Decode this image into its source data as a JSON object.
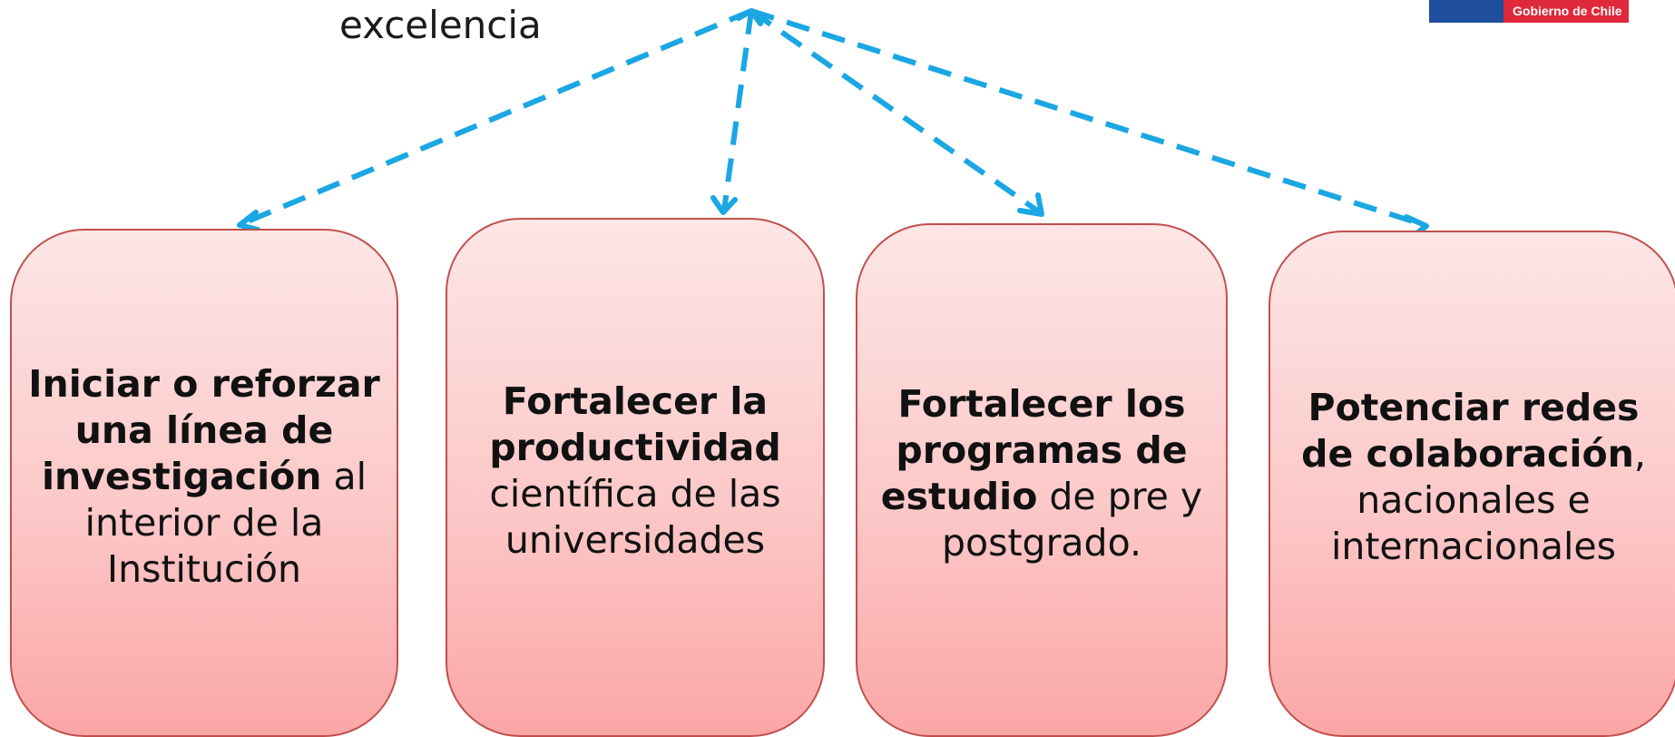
{
  "header": {
    "top_text": "excelencia"
  },
  "logo": {
    "text": "Gobierno de Chile",
    "colors": {
      "blue": "#1f4e9c",
      "red": "#e0283b"
    }
  },
  "connector_color": "#1aa7e3",
  "boxes": [
    {
      "bold": "Iniciar o reforzar una línea de investigación",
      "normal": " al interior de la Institución"
    },
    {
      "bold": "Fortalecer la productividad",
      "normal": " científica de las universidades"
    },
    {
      "bold": "Fortalecer los programas de estudio",
      "normal": " de pre y postgrado."
    },
    {
      "bold": "Potenciar redes de colaboración",
      "normal": ", nacionales e internacionales"
    }
  ]
}
